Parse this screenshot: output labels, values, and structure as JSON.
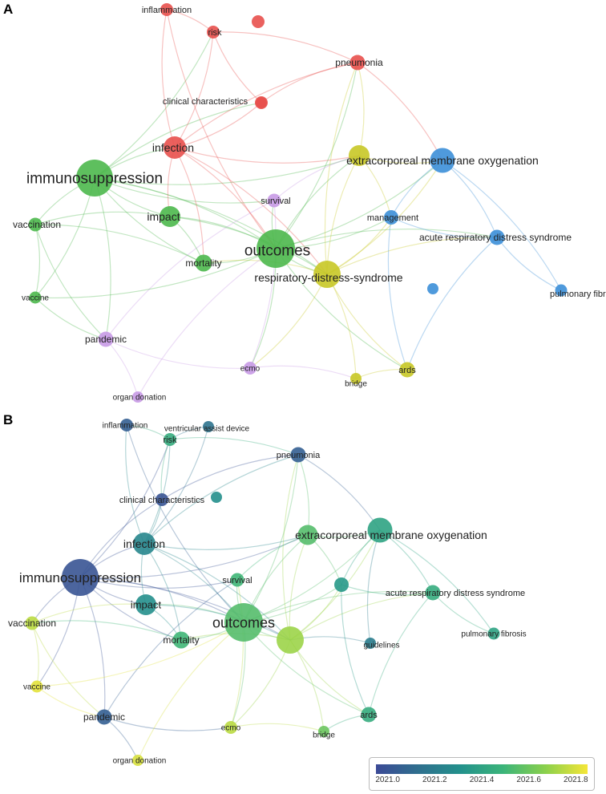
{
  "panel_a": {
    "label": "A",
    "nodes": [
      {
        "id": "inflammation",
        "label": "inflammation",
        "cluster": "red",
        "weight": 1
      },
      {
        "id": "risk",
        "label": "risk",
        "cluster": "red",
        "weight": 1
      },
      {
        "id": "unlabeled-1",
        "label": "",
        "cluster": "red",
        "weight": 1
      },
      {
        "id": "pneumonia",
        "label": "pneumonia",
        "cluster": "red",
        "weight": 1.3
      },
      {
        "id": "clinical",
        "label": "clinical characteristics",
        "cluster": "red",
        "weight": 1
      },
      {
        "id": "unlabeled-2",
        "label": "",
        "cluster": "red",
        "weight": 0.8
      },
      {
        "id": "infection",
        "label": "infection",
        "cluster": "red",
        "weight": 2.2
      },
      {
        "id": "immunosuppression",
        "label": "immunosuppression",
        "cluster": "green",
        "weight": 4
      },
      {
        "id": "impact",
        "label": "impact",
        "cluster": "green",
        "weight": 2
      },
      {
        "id": "vaccination",
        "label": "vaccination",
        "cluster": "green",
        "weight": 1.1
      },
      {
        "id": "vaccine",
        "label": "vaccine",
        "cluster": "green",
        "weight": 0.9
      },
      {
        "id": "mortality",
        "label": "mortality",
        "cluster": "green",
        "weight": 1.5
      },
      {
        "id": "outcomes",
        "label": "outcomes",
        "cluster": "green",
        "weight": 4.2
      },
      {
        "id": "survival",
        "label": "survival",
        "cluster": "purple",
        "weight": 1.1
      },
      {
        "id": "pandemic",
        "label": "pandemic",
        "cluster": "purple",
        "weight": 1.3
      },
      {
        "id": "ecmo",
        "label": "ecmo",
        "cluster": "purple",
        "weight": 1
      },
      {
        "id": "organ-donation",
        "label": "organ donation",
        "cluster": "purple",
        "weight": 0.8
      },
      {
        "id": "ecmo-membrane",
        "label": "extracorporeal membrane oxygenation",
        "cluster": "yellow",
        "weight": 2
      },
      {
        "id": "rds",
        "label": "respiratory-distress-syndrome",
        "cluster": "yellow",
        "weight": 2.8
      },
      {
        "id": "ards",
        "label": "ards",
        "cluster": "yellow",
        "weight": 1.3
      },
      {
        "id": "bridge",
        "label": "bridge",
        "cluster": "yellow",
        "weight": 0.8
      },
      {
        "id": "management",
        "label": "management",
        "cluster": "blue",
        "weight": 1.2
      },
      {
        "id": "ards-full",
        "label": "acute respiratory distress syndrome",
        "cluster": "blue",
        "weight": 1.3
      },
      {
        "id": "unlabeled-3",
        "label": "",
        "cluster": "blue",
        "weight": 0.8
      },
      {
        "id": "pulmonary-fibrosis",
        "label": "pulmonary fibrosis",
        "cluster": "blue",
        "weight": 0.9
      },
      {
        "id": "blue-main",
        "label": "",
        "cluster": "blue",
        "weight": 2.5
      }
    ]
  },
  "panel_b": {
    "label": "B",
    "nodes": [
      {
        "id": "inflammation",
        "label": "inflammation",
        "year": 2021.05,
        "weight": 1
      },
      {
        "id": "vad",
        "label": "ventricular assist device",
        "year": 2021.15,
        "weight": 0.8
      },
      {
        "id": "risk",
        "label": "risk",
        "year": 2021.45,
        "weight": 1
      },
      {
        "id": "pneumonia",
        "label": "pneumonia",
        "year": 2021.05,
        "weight": 1.3
      },
      {
        "id": "clinical",
        "label": "clinical characteristics",
        "year": 2021.0,
        "weight": 1
      },
      {
        "id": "unlabeled-b1",
        "label": "",
        "year": 2021.3,
        "weight": 0.8
      },
      {
        "id": "infection",
        "label": "infection",
        "year": 2021.25,
        "weight": 2.2
      },
      {
        "id": "ecmo-membrane",
        "label": "extracorporeal membrane oxygenation",
        "year": 2021.55,
        "weight": 1.9
      },
      {
        "id": "blue-main",
        "label": "",
        "year": 2021.4,
        "weight": 2.5
      },
      {
        "id": "immunosuppression",
        "label": "immunosuppression",
        "year": 2021.0,
        "weight": 4
      },
      {
        "id": "survival",
        "label": "survival",
        "year": 2021.5,
        "weight": 1.1
      },
      {
        "id": "management",
        "label": "",
        "year": 2021.35,
        "weight": 1.2
      },
      {
        "id": "ards-full",
        "label": "acute respiratory distress syndrome",
        "year": 2021.45,
        "weight": 1.3
      },
      {
        "id": "impact",
        "label": "impact",
        "year": 2021.3,
        "weight": 2
      },
      {
        "id": "vaccination",
        "label": "vaccination",
        "year": 2021.75,
        "weight": 1.1
      },
      {
        "id": "outcomes",
        "label": "outcomes",
        "year": 2021.55,
        "weight": 4.2
      },
      {
        "id": "rds",
        "label": "",
        "year": 2021.7,
        "weight": 2.8
      },
      {
        "id": "mortality",
        "label": "mortality",
        "year": 2021.5,
        "weight": 1.5
      },
      {
        "id": "guidelines",
        "label": "guidelines",
        "year": 2021.2,
        "weight": 0.8
      },
      {
        "id": "pulmonary-fibrosis",
        "label": "pulmonary fibrosis",
        "year": 2021.4,
        "weight": 0.9
      },
      {
        "id": "vaccine",
        "label": "vaccine",
        "year": 2021.82,
        "weight": 0.9
      },
      {
        "id": "pandemic",
        "label": "pandemic",
        "year": 2021.05,
        "weight": 1.3
      },
      {
        "id": "ards",
        "label": "ards",
        "year": 2021.45,
        "weight": 1.3
      },
      {
        "id": "ecmo",
        "label": "ecmo",
        "year": 2021.75,
        "weight": 1
      },
      {
        "id": "bridge",
        "label": "bridge",
        "year": 2021.6,
        "weight": 0.8
      },
      {
        "id": "organ-donation",
        "label": "organ donation",
        "year": 2021.8,
        "weight": 0.8
      }
    ],
    "legend": {
      "ticks": [
        "2021.0",
        "2021.2",
        "2021.4",
        "2021.6",
        "2021.8"
      ],
      "tick_values": [
        2021.0,
        2021.2,
        2021.4,
        2021.6,
        2021.8
      ],
      "range": [
        2020.95,
        2021.85
      ]
    }
  },
  "colors": {
    "red": "#e8504c",
    "green": "#4cb84c",
    "purple": "#c89ae6",
    "yellow": "#c8c826",
    "blue": "#3c8fd8",
    "viridis": [
      "#3b4a96",
      "#2f6f8e",
      "#23918c",
      "#3bb47a",
      "#8ad04c",
      "#f5e638"
    ]
  }
}
